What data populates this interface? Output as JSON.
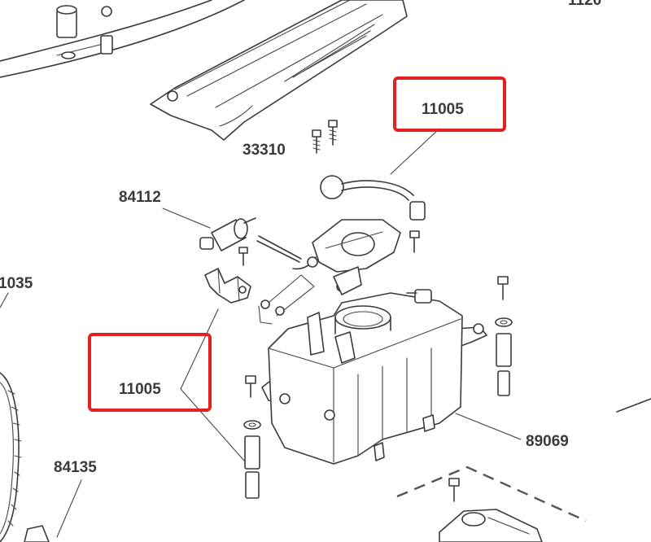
{
  "labels": {
    "top_right_cut": "1120",
    "screw_set": "33310",
    "fuel_filter": "84112",
    "left_cut": "1035",
    "tank": "89069",
    "lower_left": "84135",
    "highlight_top": "11005",
    "highlight_left": "11005"
  },
  "highlight_color": "#e4211c",
  "line_color": "#3a3a3a"
}
